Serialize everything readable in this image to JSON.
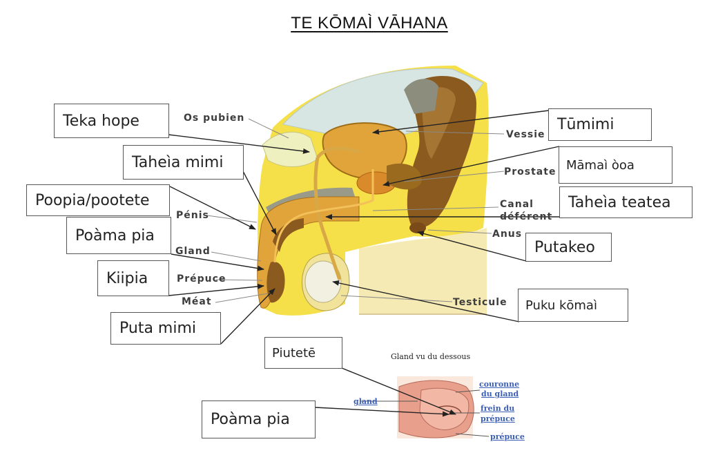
{
  "title": "TE KŌMAÌ VĀHANA",
  "labels": {
    "teka_hope": "Teka hope",
    "taheia_mimi": "Taheìa mimi",
    "poopia_pootete": "Poopia/pootete",
    "poama_pia_1": "Poàma pia",
    "kiipia": "Kiipia",
    "puta_mimi": "Puta mimi",
    "tumimi": "Tūmimi",
    "mamai_ooa": "Māmaì òoa",
    "taheia_teatea": "Taheìa teatea",
    "putakeo": "Putakeo",
    "puku_komai": "Puku kōmaì",
    "piutete": "Piutetē",
    "poama_pia_2": "Poàma pia"
  },
  "french_labels": {
    "os_pubien": "Os pubien",
    "penis": "Pénis",
    "gland": "Gland",
    "prepuce": "Prépuce",
    "meat": "Méat",
    "vessie": "Vessie",
    "prostate": "Prostate",
    "canal_deferent_1": "Canal",
    "canal_deferent_2": "déférent",
    "anus": "Anus",
    "testicule": "Testicule"
  },
  "gland_view": {
    "title": "Gland vu du dessous",
    "gland": "gland",
    "couronne_1": "couronne",
    "couronne_2": "du gland",
    "frein_1": "frein du",
    "frein_2": "prépuce",
    "prepuce": "prépuce"
  },
  "colors": {
    "yellow": "#f5e04a",
    "brown": "#8b5a1e",
    "orange": "#e0a43a",
    "link_blue": "#3b5fb5"
  }
}
